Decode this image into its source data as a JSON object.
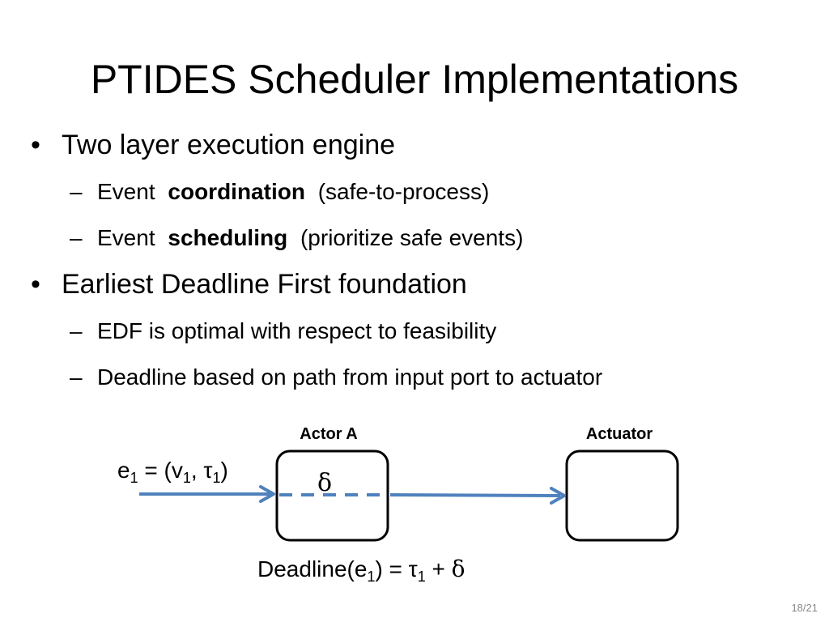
{
  "title": "PTIDES Scheduler Implementations",
  "bullets": [
    {
      "text": "Two layer execution engine",
      "subitems": [
        {
          "prefix": "Event",
          "emphasis": "coordination",
          "suffix": "(safe-to-process)"
        },
        {
          "prefix": "Event",
          "emphasis": "scheduling",
          "suffix": "(prioritize safe events)"
        }
      ]
    },
    {
      "text": "Earliest Deadline First foundation",
      "subitems": [
        {
          "text": "EDF is optimal with respect to feasibility"
        },
        {
          "text": "Deadline based on path from input port to actuator"
        }
      ]
    }
  ],
  "diagram": {
    "actor_label": "Actor A",
    "actuator_label": "Actuator",
    "event": {
      "e": "e",
      "v": "v",
      "tau": "τ",
      "index": "1"
    },
    "delay_symbol": "δ",
    "deadline": {
      "prefix": "Deadline(e",
      "index": "1",
      "mid": ") = τ",
      "plus": " + ",
      "delta": "δ"
    },
    "colors": {
      "arrow": "#4f81bd",
      "box_stroke": "#000000"
    }
  },
  "page_number": "18/21"
}
